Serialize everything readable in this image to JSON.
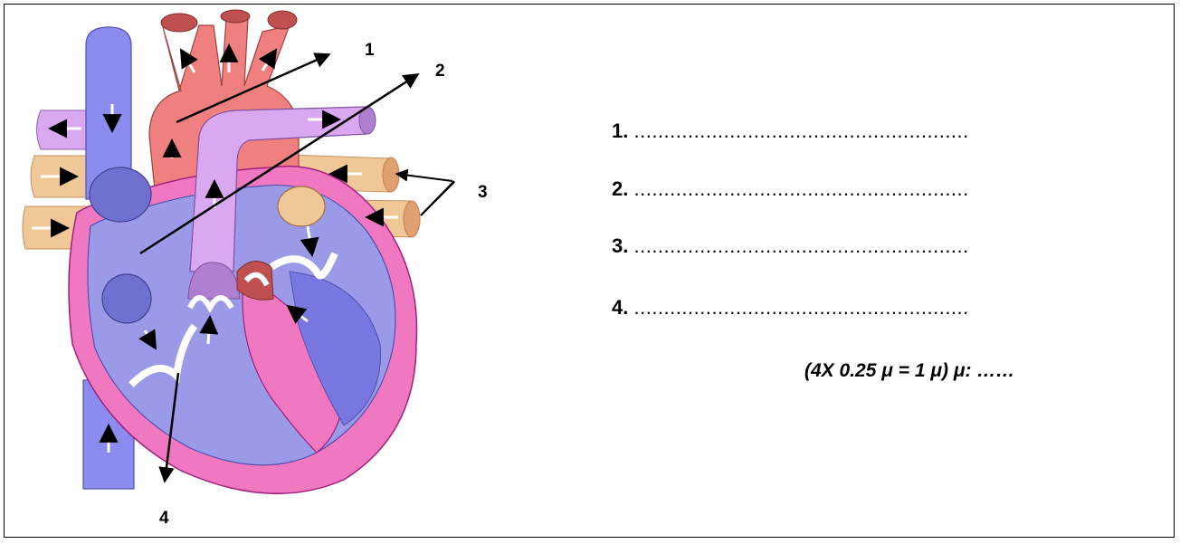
{
  "callouts": {
    "c1": "1",
    "c2": "2",
    "c3": "3",
    "c4": "4"
  },
  "answers": [
    {
      "number": "1.",
      "dots": "........................................................"
    },
    {
      "number": "2.",
      "dots": "........................................................"
    },
    {
      "number": "3.",
      "dots": "........................................................"
    },
    {
      "number": "4.",
      "dots": "........................................................"
    }
  ],
  "score_line": "(4X 0.25 μ = 1 μ) μ: ……",
  "colors": {
    "aorta": "#f08080",
    "vena_cava": "#8c8cf0",
    "pulmonary_artery": "#d9a8f0",
    "pulmonary_veins": "#f0c898",
    "heart_wall": "#f078c0",
    "chambers": "#9a9ae8"
  }
}
